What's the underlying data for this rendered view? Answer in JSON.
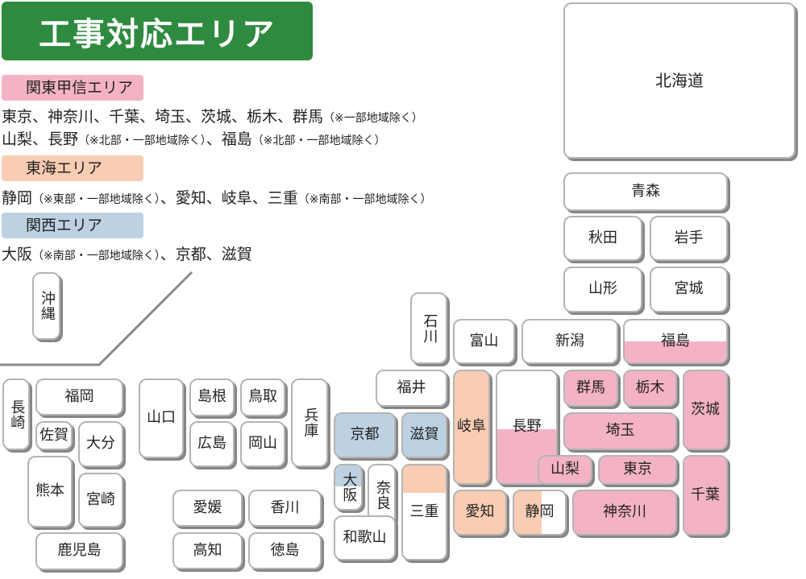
{
  "title": "工事対応エリア",
  "colors": {
    "title_bg": "#2e8a3e",
    "kanto": "#f4b3c4",
    "tokai": "#f9cdb3",
    "kansai": "#bdd1e3"
  },
  "areas": {
    "kanto": {
      "label": "関東甲信エリア",
      "line1": "東京、神奈川、千葉、埼玉、茨城、栃木、群馬",
      "line1_note": "（※一部地域除く）",
      "line2a": "山梨、長野",
      "line2a_note": "（※北部・一部地域除く）",
      "line2b": "、福島",
      "line2b_note": "（※北部・一部地域除く）"
    },
    "tokai": {
      "label": "東海エリア",
      "line1a": "静岡",
      "line1a_note": "（※東部・一部地域除く）",
      "line1b": "、愛知、岐阜、三重",
      "line1b_note": "（※南部・一部地域除く）"
    },
    "kansai": {
      "label": "関西エリア",
      "line1a": "大阪",
      "line1a_note": "（※南部・一部地域除く）",
      "line1b": "、京都、滋賀"
    }
  },
  "prefectures": {
    "hokkaido": "北海道",
    "aomori": "青森",
    "akita": "秋田",
    "iwate": "岩手",
    "yamagata": "山形",
    "miyagi": "宮城",
    "niigata": "新潟",
    "fukushima": "福島",
    "ishikawa": "石川",
    "toyama": "富山",
    "fukui": "福井",
    "gunma": "群馬",
    "tochigi": "栃木",
    "ibaraki": "茨城",
    "nagano": "長野",
    "saitama": "埼玉",
    "gifu": "岐阜",
    "kyoto": "京都",
    "shiga": "滋賀",
    "yamanashi": "山梨",
    "tokyo": "東京",
    "chiba": "千葉",
    "osaka": "大阪",
    "nara": "奈良",
    "mie": "三重",
    "aichi": "愛知",
    "shizuoka": "静岡",
    "kanagawa": "神奈川",
    "wakayama": "和歌山",
    "okinawa": "沖縄",
    "nagasaki": "長崎",
    "fukuoka": "福岡",
    "saga": "佐賀",
    "oita": "大分",
    "kumamoto": "熊本",
    "miyazaki": "宮崎",
    "kagoshima": "鹿児島",
    "yamaguchi": "山口",
    "shimane": "島根",
    "tottori": "鳥取",
    "hyogo": "兵庫",
    "hiroshima": "広島",
    "okayama": "岡山",
    "ehime": "愛媛",
    "kagawa": "香川",
    "kochi": "高知",
    "tokushima": "徳島"
  }
}
